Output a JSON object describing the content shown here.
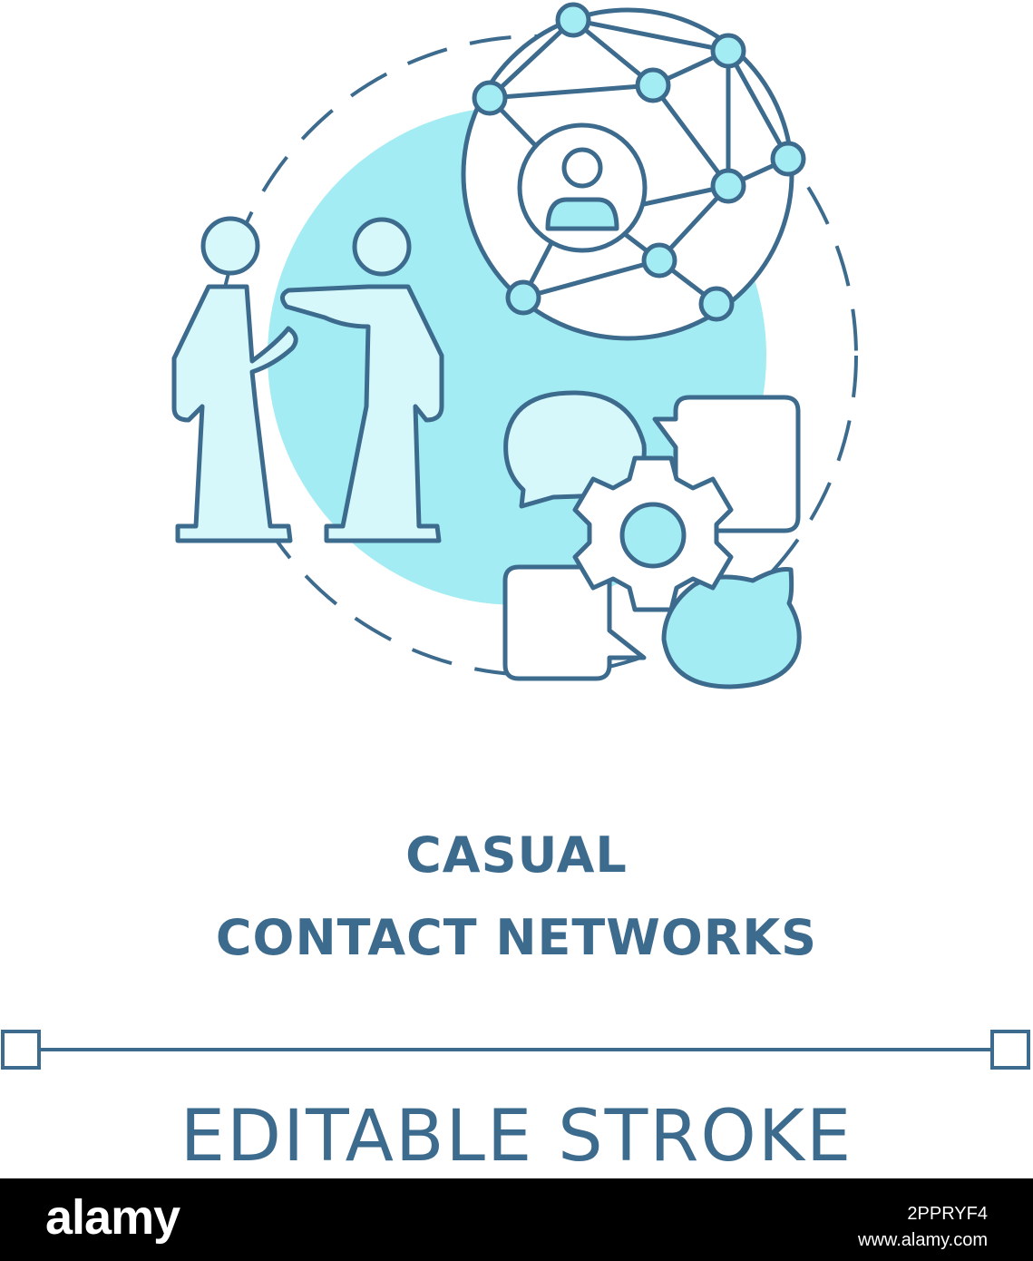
{
  "title_line1": "CASUAL",
  "title_line2": "CONTACT NETWORKS",
  "stroke_label": "EDITABLE STROKE",
  "footer": {
    "logo": "alamy",
    "image_id": "2PPRYF4",
    "site": "www.alamy.com"
  },
  "colors": {
    "stroke": "#3d6b8e",
    "accent_fill": "#a4ecf3",
    "light_fill": "#d6f8fb",
    "background": "#ffffff",
    "footer": "#000000"
  },
  "icons": [
    "people-handshake-icon",
    "global-network-icon",
    "chat-bubbles-icon",
    "gear-icon"
  ]
}
